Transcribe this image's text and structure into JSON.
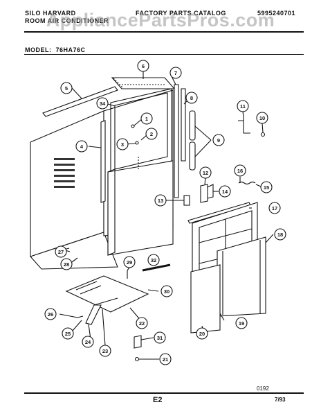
{
  "header": {
    "brand_line1": "SILO HARVARD",
    "brand_line2": "ROOM AIR CONDITIONER",
    "catalog_title": "FACTORY PARTS CATALOG",
    "catalog_number": "5995240701",
    "watermark": "AppliancePartsPros.com"
  },
  "model": {
    "label": "MODEL:",
    "value": "76HA76C"
  },
  "callouts": [
    "1",
    "2",
    "3",
    "4",
    "5",
    "6",
    "7",
    "8",
    "9",
    "10",
    "11",
    "12",
    "13",
    "14",
    "15",
    "16",
    "17",
    "18",
    "19",
    "20",
    "21",
    "22",
    "23",
    "24",
    "25",
    "26",
    "27",
    "28",
    "29",
    "30",
    "31",
    "32",
    "34"
  ],
  "footer": {
    "code": "0192",
    "page": "E2",
    "date": "7/93"
  }
}
